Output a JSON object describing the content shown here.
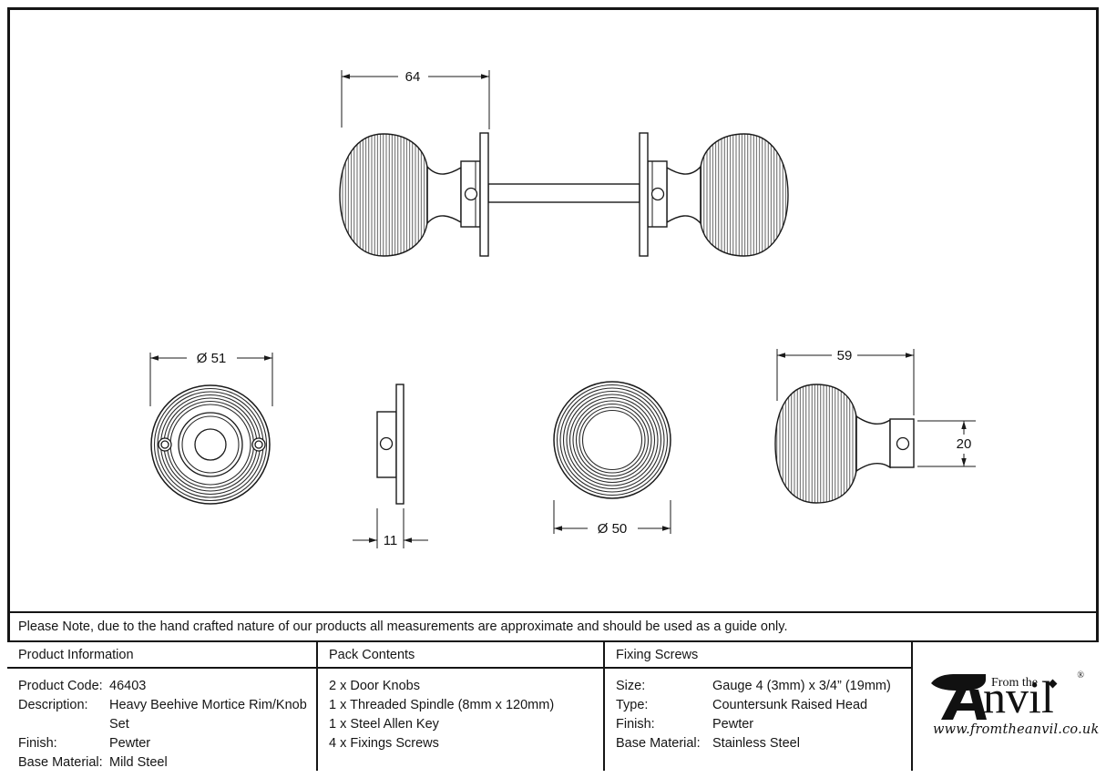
{
  "note": "Please Note, due to the hand crafted nature of our products all measurements are approximate and should be used as a guide only.",
  "drawing": {
    "assembly": {
      "width_dim": "64"
    },
    "rose_front": {
      "diameter_dim": "Ø 51"
    },
    "rose_side": {
      "depth_dim": "11"
    },
    "knob_front": {
      "diameter_dim": "Ø 50"
    },
    "knob_side": {
      "length_dim": "59",
      "collar_dim": "20"
    }
  },
  "table": {
    "product_information": {
      "header": "Product Information",
      "rows": [
        {
          "label": "Product Code:",
          "value": "46403"
        },
        {
          "label": "Description:",
          "value": "Heavy Beehive Mortice Rim/Knob Set"
        },
        {
          "label": "Finish:",
          "value": "Pewter"
        },
        {
          "label": "Base Material:",
          "value": "Mild Steel"
        }
      ]
    },
    "pack_contents": {
      "header": "Pack Contents",
      "items": [
        "2 x Door Knobs",
        "1 x Threaded Spindle (8mm x 120mm)",
        "1 x Steel Allen Key",
        "4 x Fixings Screws"
      ]
    },
    "fixing_screws": {
      "header": "Fixing Screws",
      "rows": [
        {
          "label": "Size:",
          "value": "Gauge 4 (3mm) x 3/4” (19mm)"
        },
        {
          "label": "Type:",
          "value": "Countersunk Raised Head"
        },
        {
          "label": "Finish:",
          "value": "Pewter"
        },
        {
          "label": "Base Material:",
          "value": "Stainless Steel"
        }
      ]
    }
  },
  "logo": {
    "anvil_icon": "anvil-icon",
    "diamond_icon": "diamond-icon",
    "from_the": "From the",
    "name_rest": "nvil",
    "registered": "®",
    "website": "www.fromtheanvil.co.uk"
  }
}
